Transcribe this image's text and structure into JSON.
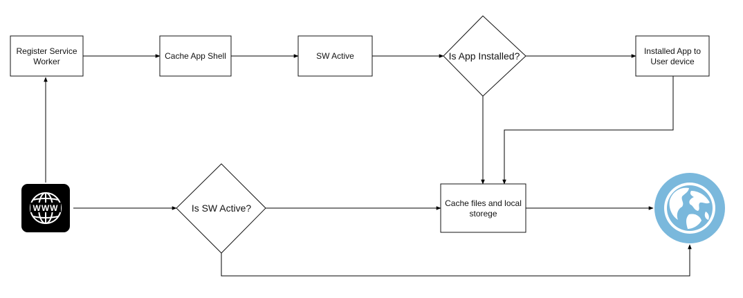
{
  "nodes": {
    "register_sw": [
      "Register Service",
      "Worker"
    ],
    "cache_app_shell": [
      "Cache App Shell"
    ],
    "sw_active": [
      "SW Active"
    ],
    "is_app_installed": [
      "Is App Installed?"
    ],
    "installed_app": [
      "Installed App to",
      "User device"
    ],
    "is_sw_active": [
      "Is SW Active?"
    ],
    "cache_files": [
      "Cache files and local",
      "storege"
    ]
  },
  "icons": {
    "www": "www-globe-icon",
    "globe": "earth-globe-icon"
  },
  "colors": {
    "globe_ring": "#7ab8dc",
    "globe_fill": "#ffffff",
    "www_tile": "#000000"
  }
}
